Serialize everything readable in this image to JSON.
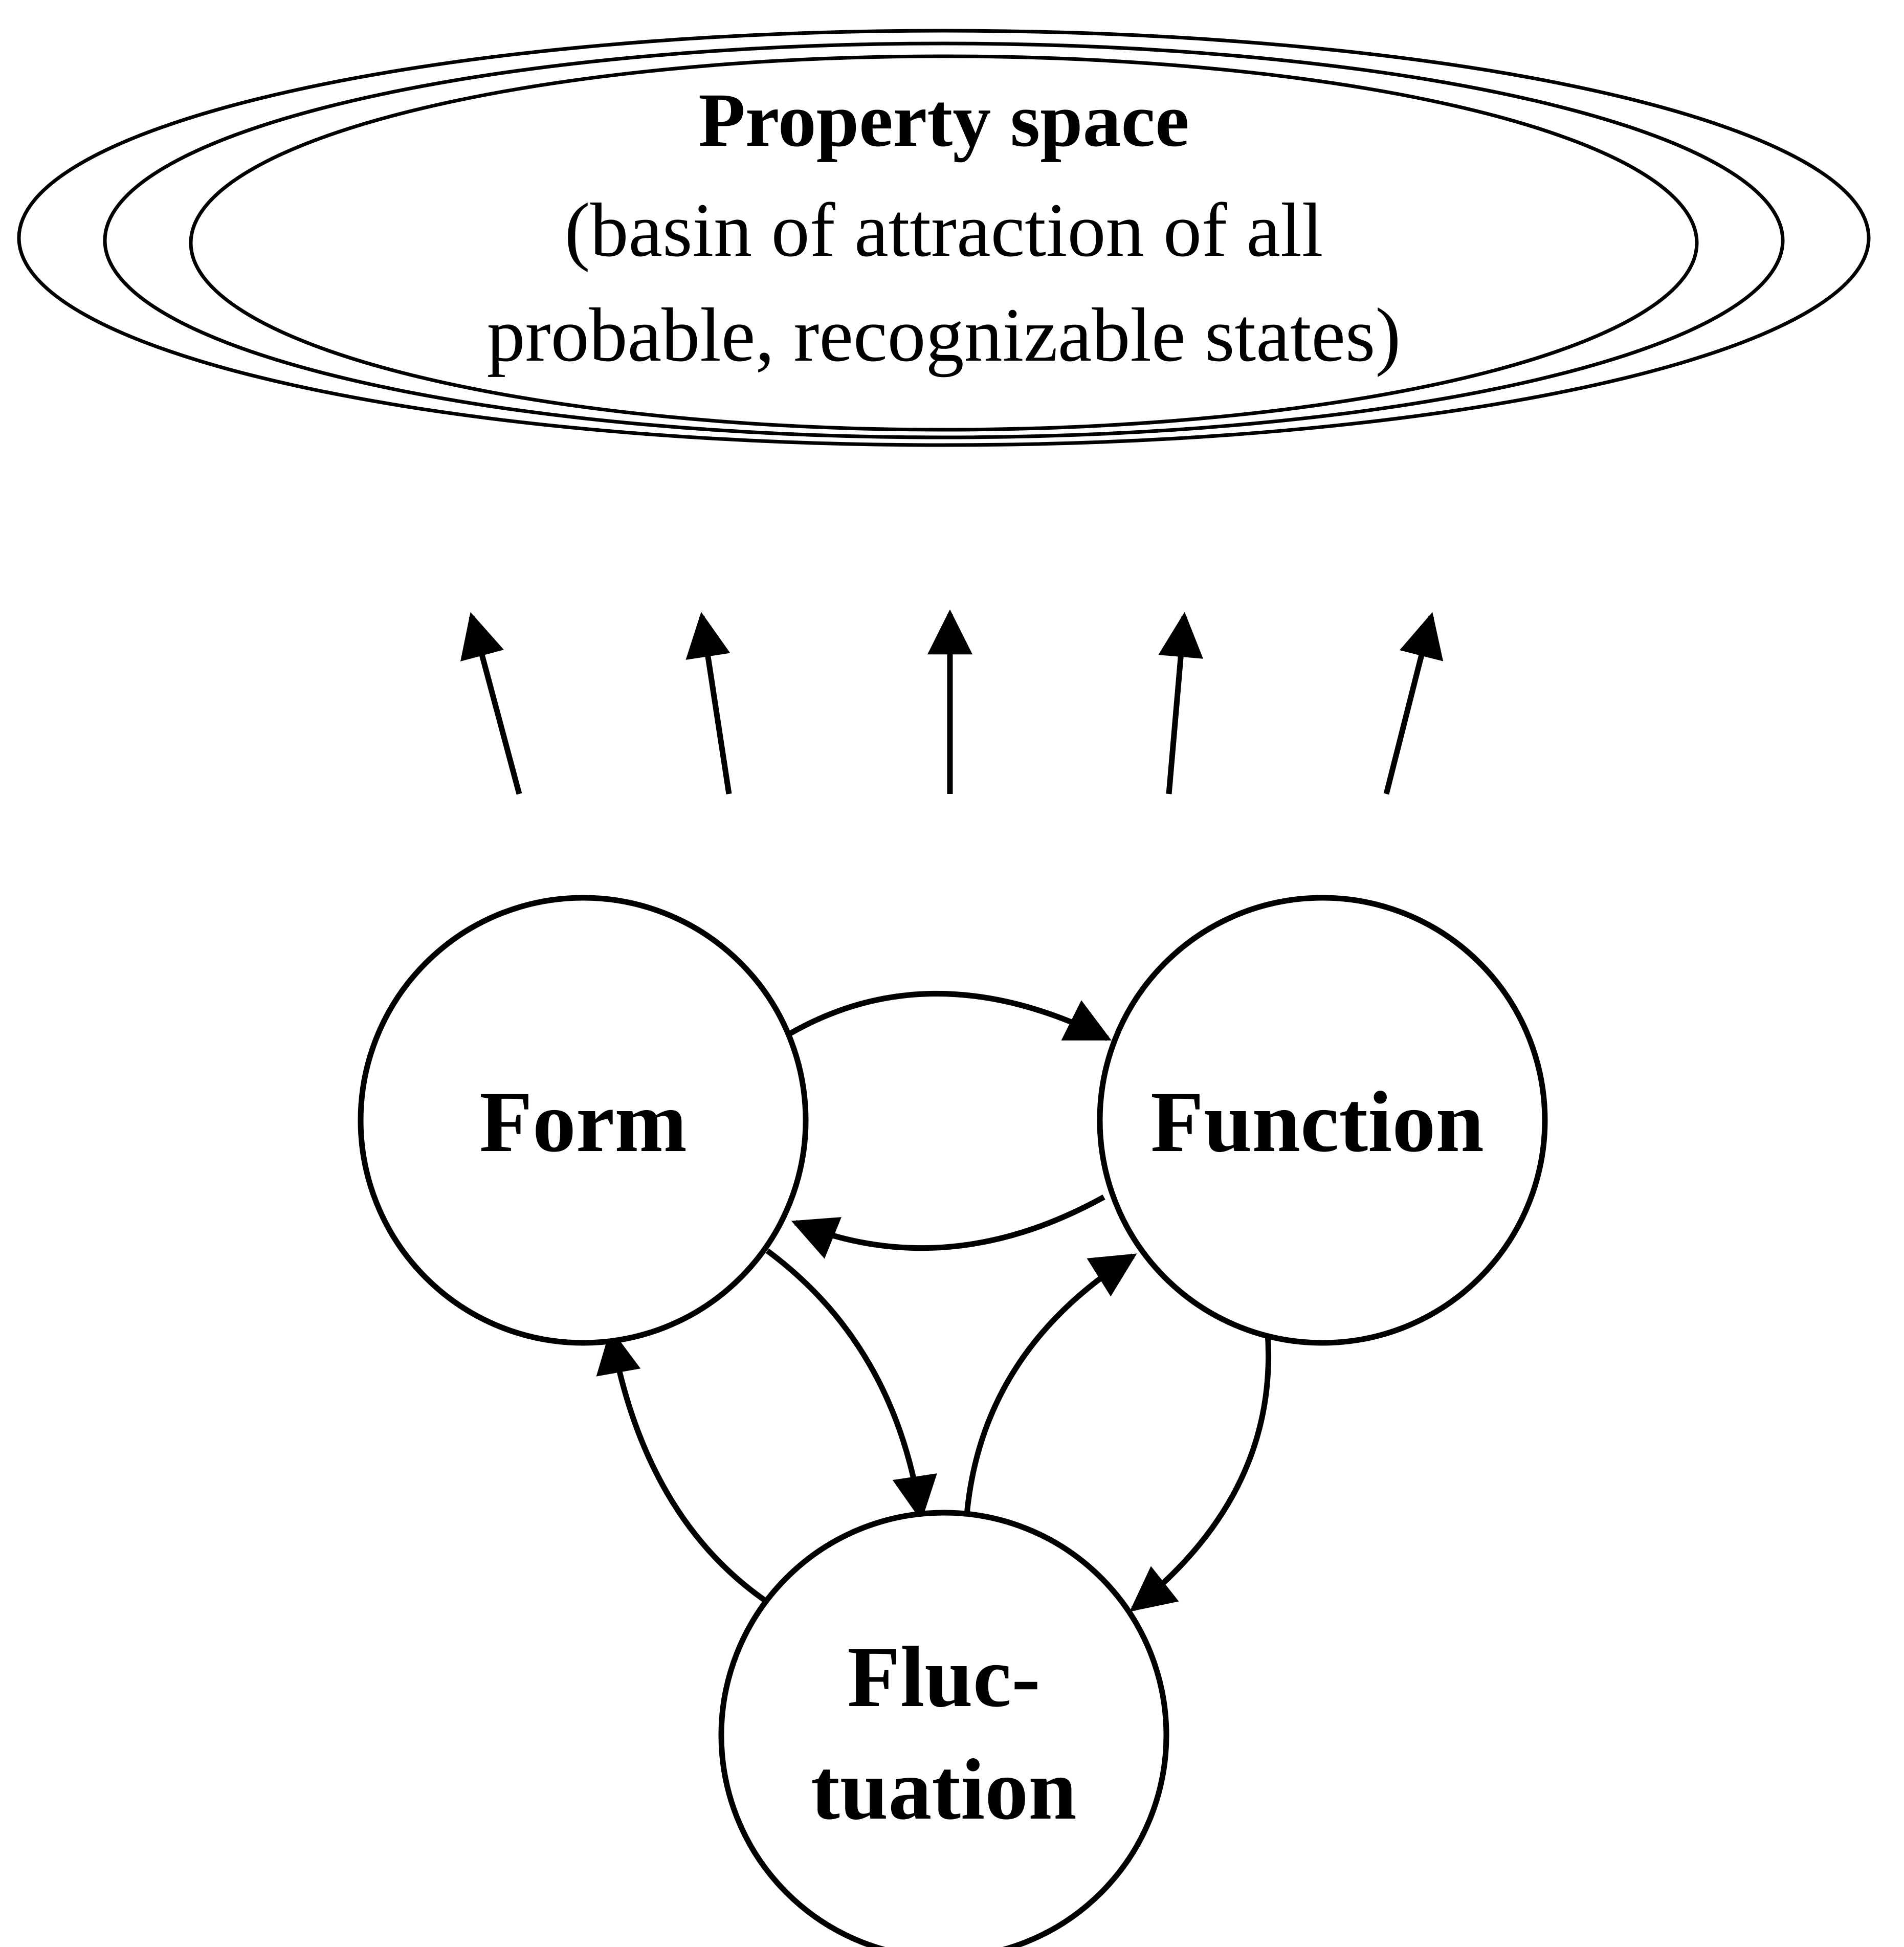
{
  "property_space": {
    "title": "Property space",
    "subtitle_line1": "(basin of attraction of all",
    "subtitle_line2": "probable, recognizable states)"
  },
  "nodes": {
    "form": "Form",
    "function": "Function",
    "fluctuation_line1": "Fluc-",
    "fluctuation_line2": "tuation"
  },
  "colors": {
    "stroke": "#000000",
    "background": "#ffffff"
  }
}
